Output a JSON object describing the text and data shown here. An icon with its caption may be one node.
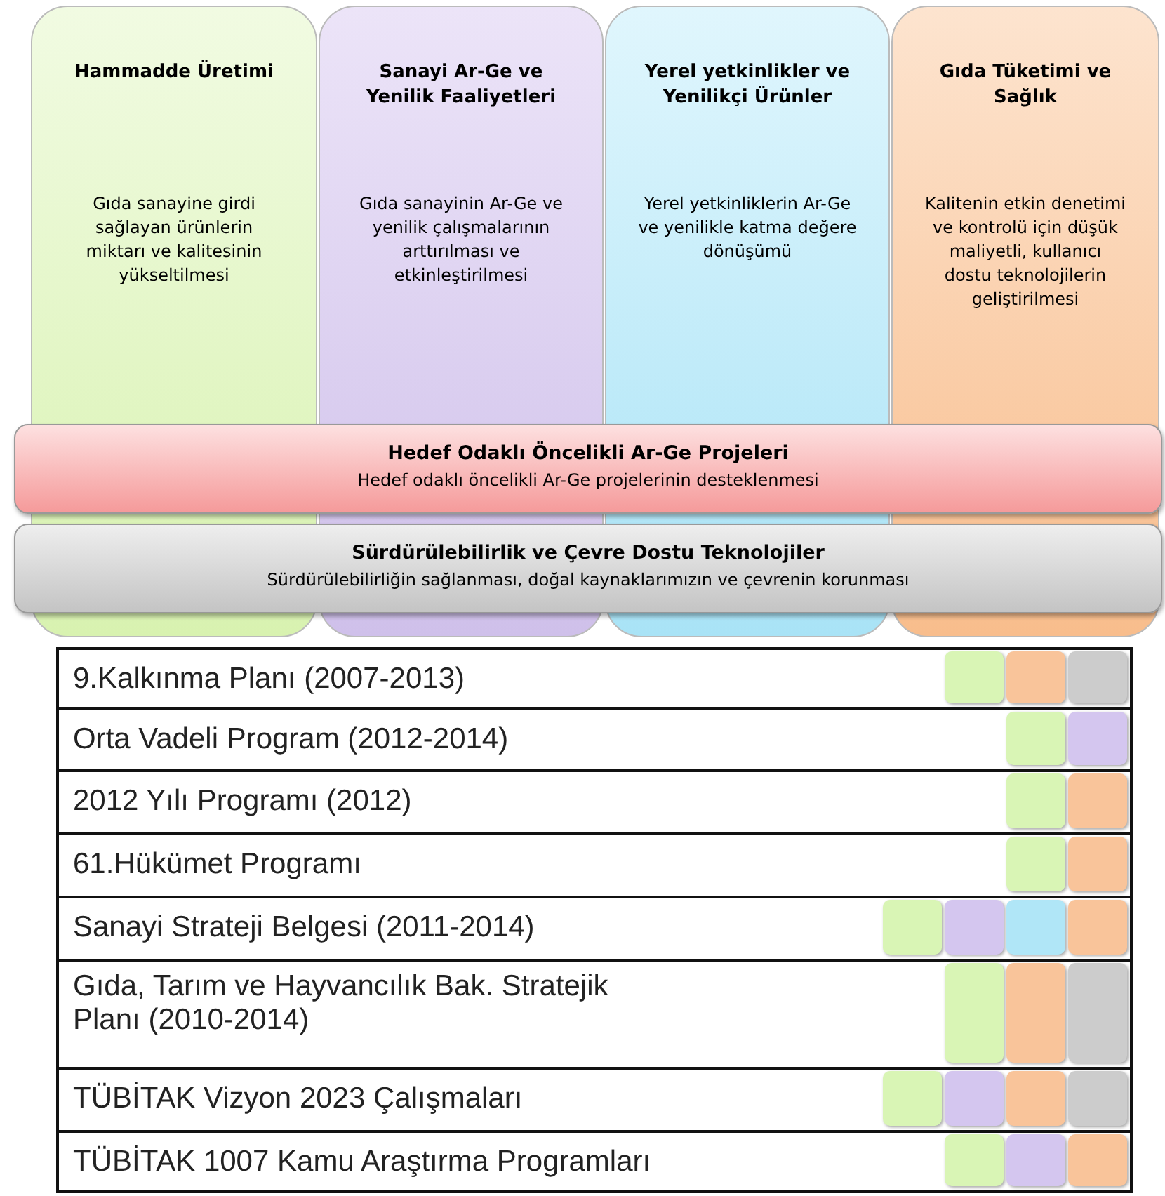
{
  "diagram": {
    "nodes": [
      {
        "text": [
          "Hammadde Üretimi",
          "Gıda sanayine girdi sağlayan ürünlerin miktarı ve kalitesinin yükseltilmesi"
        ]
      },
      {
        "text": [
          "Sanayi Ar-Ge ve Yenilik Faaliyetleri",
          "Gıda sanayinin Ar-Ge ve yenilik çalışmalarının arttırılması ve etkinleştirilmesi"
        ]
      },
      {
        "text": [
          "Yerel yetkinlikler ve Yenilikçi Ürünler",
          "Yerel yetkinliklerin Ar-Ge ve yenilikle katma değere dönüşümü"
        ]
      },
      {
        "text": [
          "Gıda Tüketimi ve Sağlık",
          "Kalitenin etkin denetimi ve kontrolü için düşük maliyetli, kullanıcı dostu teknolojilerin geliştirilmesi"
        ]
      },
      {
        "text": [
          "Hedef Odaklı Öncelikli Ar-Ge Projeleri",
          "Hedef odaklı öncelikli Ar-Ge projelerinin desteklenmesi"
        ]
      },
      {
        "text": [
          "Sürdürülebilirlik ve Çevre Dostu Teknolojiler",
          "Sürdürülebilirliğin sağlanması, doğal kaynaklarımızın ve çevrenin korunması"
        ]
      },
      {
        "text": [
          "9.Kalkınma Planı (2007-2013)"
        ]
      },
      {
        "text": [],
        "shape": "box",
        "in": 6
      },
      {
        "text": [],
        "shape": "box",
        "in": 6
      },
      {
        "text": [],
        "shape": "box",
        "in": 6
      },
      {
        "text": [
          "Orta Vadeli Program (2012-2014)"
        ]
      },
      {
        "text": [],
        "shape": "box",
        "in": 10
      },
      {
        "text": [],
        "shape": "box",
        "in": 10
      },
      {
        "text": [
          "2012 Yılı Programı (2012)"
        ]
      },
      {
        "text": [],
        "shape": "box",
        "in": 13
      },
      {
        "text": [],
        "shape": "box",
        "in": 13
      },
      {
        "text": [
          "61.Hükümet Programı"
        ]
      },
      {
        "text": [],
        "shape": "box",
        "in": 16
      },
      {
        "text": [],
        "shape": "box",
        "in": 16
      },
      {
        "text": [
          "Sanayi Strateji Belgesi (2011-2014)"
        ]
      },
      {
        "text": [],
        "shape": "box",
        "in": 19
      },
      {
        "text": [],
        "shape": "box",
        "in": 19
      },
      {
        "text": [],
        "shape": "box",
        "in": 19
      },
      {
        "text": [],
        "shape": "box",
        "in": 19
      },
      {
        "text": [
          "Gıda, Tarım ve Hayvancılık Bak. Stratejik Planı (2010-2014)"
        ]
      },
      {
        "text": [],
        "shape": "box",
        "in": 24
      },
      {
        "text": [],
        "shape": "box",
        "in": 24
      },
      {
        "text": [],
        "shape": "box",
        "in": 24
      },
      {
        "text": [
          "TÜBİTAK Vizyon 2023 Çalışmaları"
        ]
      },
      {
        "text": [],
        "shape": "box",
        "in": 28
      },
      {
        "text": [],
        "shape": "box",
        "in": 28
      },
      {
        "text": [],
        "shape": "box",
        "in": 28
      },
      {
        "text": [],
        "shape": "box",
        "in": 28
      },
      {
        "text": [
          "TÜBİTAK 1007 Kamu Araştırma Programları"
        ]
      },
      {
        "text": [],
        "shape": "box",
        "in": 33
      },
      {
        "text": [],
        "shape": "box",
        "in": 33
      },
      {
        "text": [],
        "shape": "box",
        "in": 33
      }
    ]
  }
}
